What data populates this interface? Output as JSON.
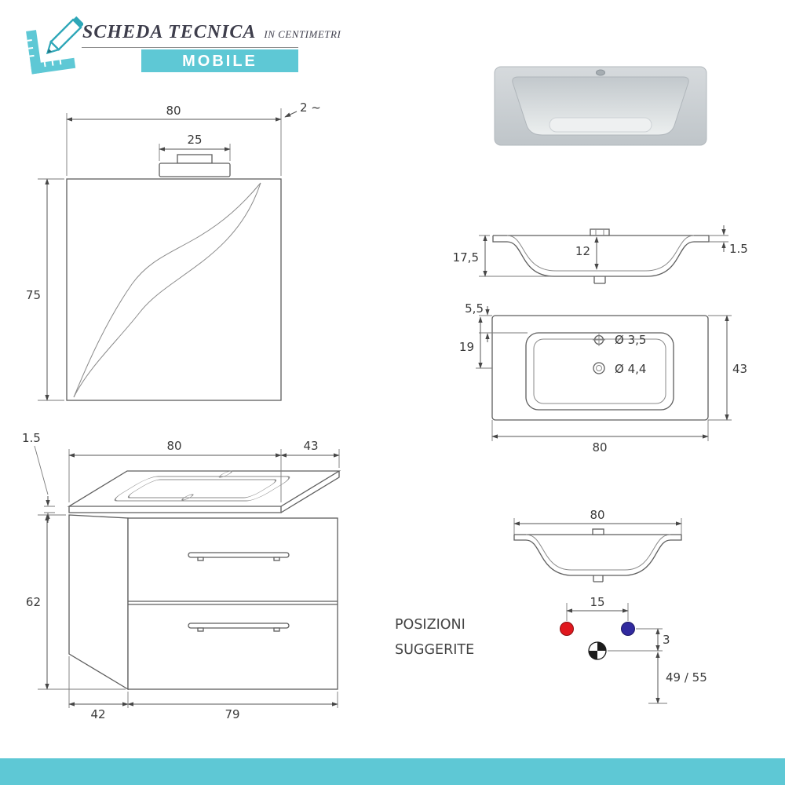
{
  "header": {
    "title": "SCHEDA TECNICA",
    "subtitle": "IN CENTIMETRI",
    "badge": "MOBILE"
  },
  "colors": {
    "teal": "#5ec8d5",
    "teal_dark": "#2ea7b8",
    "hot_red": "#e0181e",
    "cold_blue": "#312a9f"
  },
  "icons": {
    "logo": "pencil-ruler-icon",
    "drain": "drain-checker-symbol"
  },
  "mirror": {
    "width": "80",
    "depth": "2 ~",
    "lamp_width": "25",
    "height": "75"
  },
  "vanity": {
    "top_edge": "1.5",
    "width": "80",
    "depth": "43",
    "height": "62",
    "base_depth": "42",
    "base_width": "79"
  },
  "basin_section": {
    "total_height": "17,5",
    "bowl_depth": "12",
    "rim_thickness": "1.5"
  },
  "basin_plan": {
    "rim_inset": "5,5",
    "overflow_offset": "19",
    "faucet_hole": "Ø 3,5",
    "overflow_hole": "Ø 4,4",
    "depth": "43",
    "width": "80"
  },
  "positions": {
    "title_line1": "POSIZIONI",
    "title_line2": "SUGGERITE",
    "width": "80",
    "tap_spacing": "15",
    "drain_offset": "3",
    "drain_height": "49 / 55"
  }
}
